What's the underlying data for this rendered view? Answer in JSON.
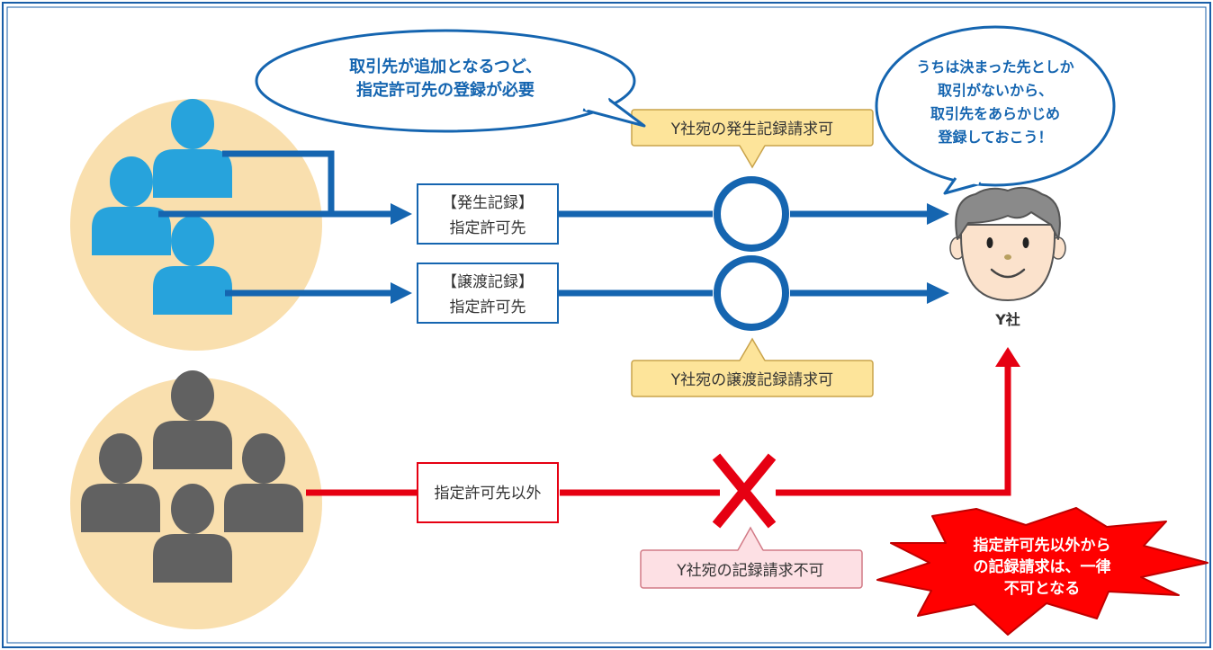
{
  "bubble_top_left": {
    "line1": "取引先が追加となるつど、",
    "line2": "指定許可先の登録が必要"
  },
  "bubble_top_right": {
    "line1": "うちは決まった先としか",
    "line2": "取引がないから、",
    "line3": "取引先をあらかじめ",
    "line4": "登録しておこう！"
  },
  "box_hassei": {
    "line1": "【発生記録】",
    "line2": "指定許可先"
  },
  "box_joto": {
    "line1": "【譲渡記録】",
    "line2": "指定許可先"
  },
  "box_other": {
    "label": "指定許可先以外"
  },
  "note_hassei": {
    "label": "Y社宛の発生記録請求可"
  },
  "note_joto": {
    "label": "Y社宛の譲渡記録請求可"
  },
  "note_deny": {
    "label": "Y社宛の記録請求不可"
  },
  "company": {
    "label": "Y社"
  },
  "starburst": {
    "line1": "指定許可先以外から",
    "line2": "の記録請求は、一律",
    "line3": "不可となる"
  },
  "colors": {
    "blue": "#1565b0",
    "red": "#e60012",
    "person_blue": "#27a3dc",
    "person_gray": "#616161",
    "group_bg": "#f9dfae",
    "note_yellow": "#fde49a",
    "note_pink": "#fde0e4"
  }
}
